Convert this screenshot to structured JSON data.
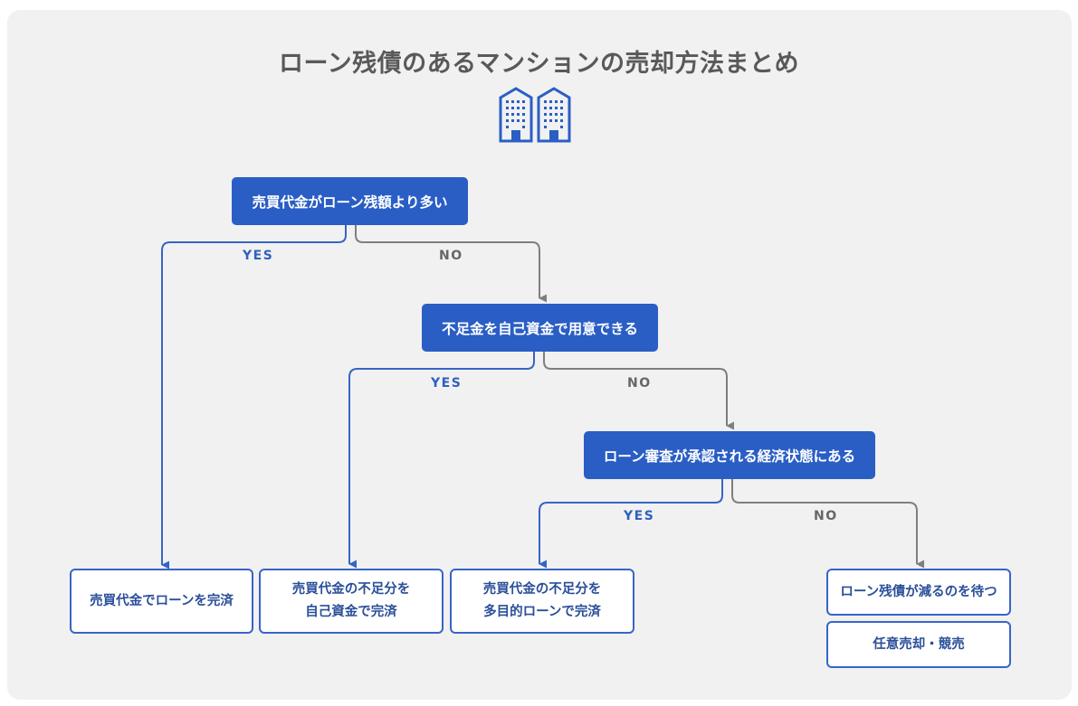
{
  "title": "ローン残債のあるマンションの売却方法まとめ",
  "icons": [
    "building-icon",
    "building-icon"
  ],
  "colors": {
    "decision_fill": "#2a5ec5",
    "yes_line": "#3565c5",
    "no_line": "#7f7f7f",
    "panel": "#f1f1f1"
  },
  "decisions": [
    {
      "label": "売買代金がローン残額より多い",
      "yes": "YES",
      "no": "NO"
    },
    {
      "label": "不足金を自己資金で用意できる",
      "yes": "YES",
      "no": "NO"
    },
    {
      "label": "ローン審査が承認される経済状態にある",
      "yes": "YES",
      "no": "NO"
    }
  ],
  "results": [
    {
      "line1": "売買代金でローンを完済"
    },
    {
      "line1": "売買代金の不足分を",
      "line2": "自己資金で完済"
    },
    {
      "line1": "売買代金の不足分を",
      "line2": "多目的ローンで完済"
    },
    {
      "line1": "ローン残債が減るのを待つ"
    },
    {
      "line1": "任意売却・競売"
    }
  ]
}
